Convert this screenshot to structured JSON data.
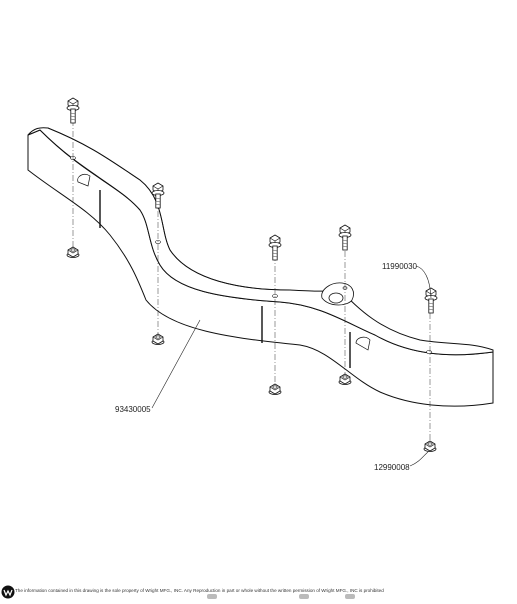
{
  "callouts": {
    "bracket": "93430005",
    "bolt": "11990030",
    "nut": "12990008"
  },
  "footer": {
    "notice": "The information contained in this drawing is the sole property of Wright MFG., INC. Any Reproduction in part or whole without the written permission of Wright MFG., INC is prohibited"
  },
  "icons": {
    "logo": "wright-logo-icon"
  }
}
